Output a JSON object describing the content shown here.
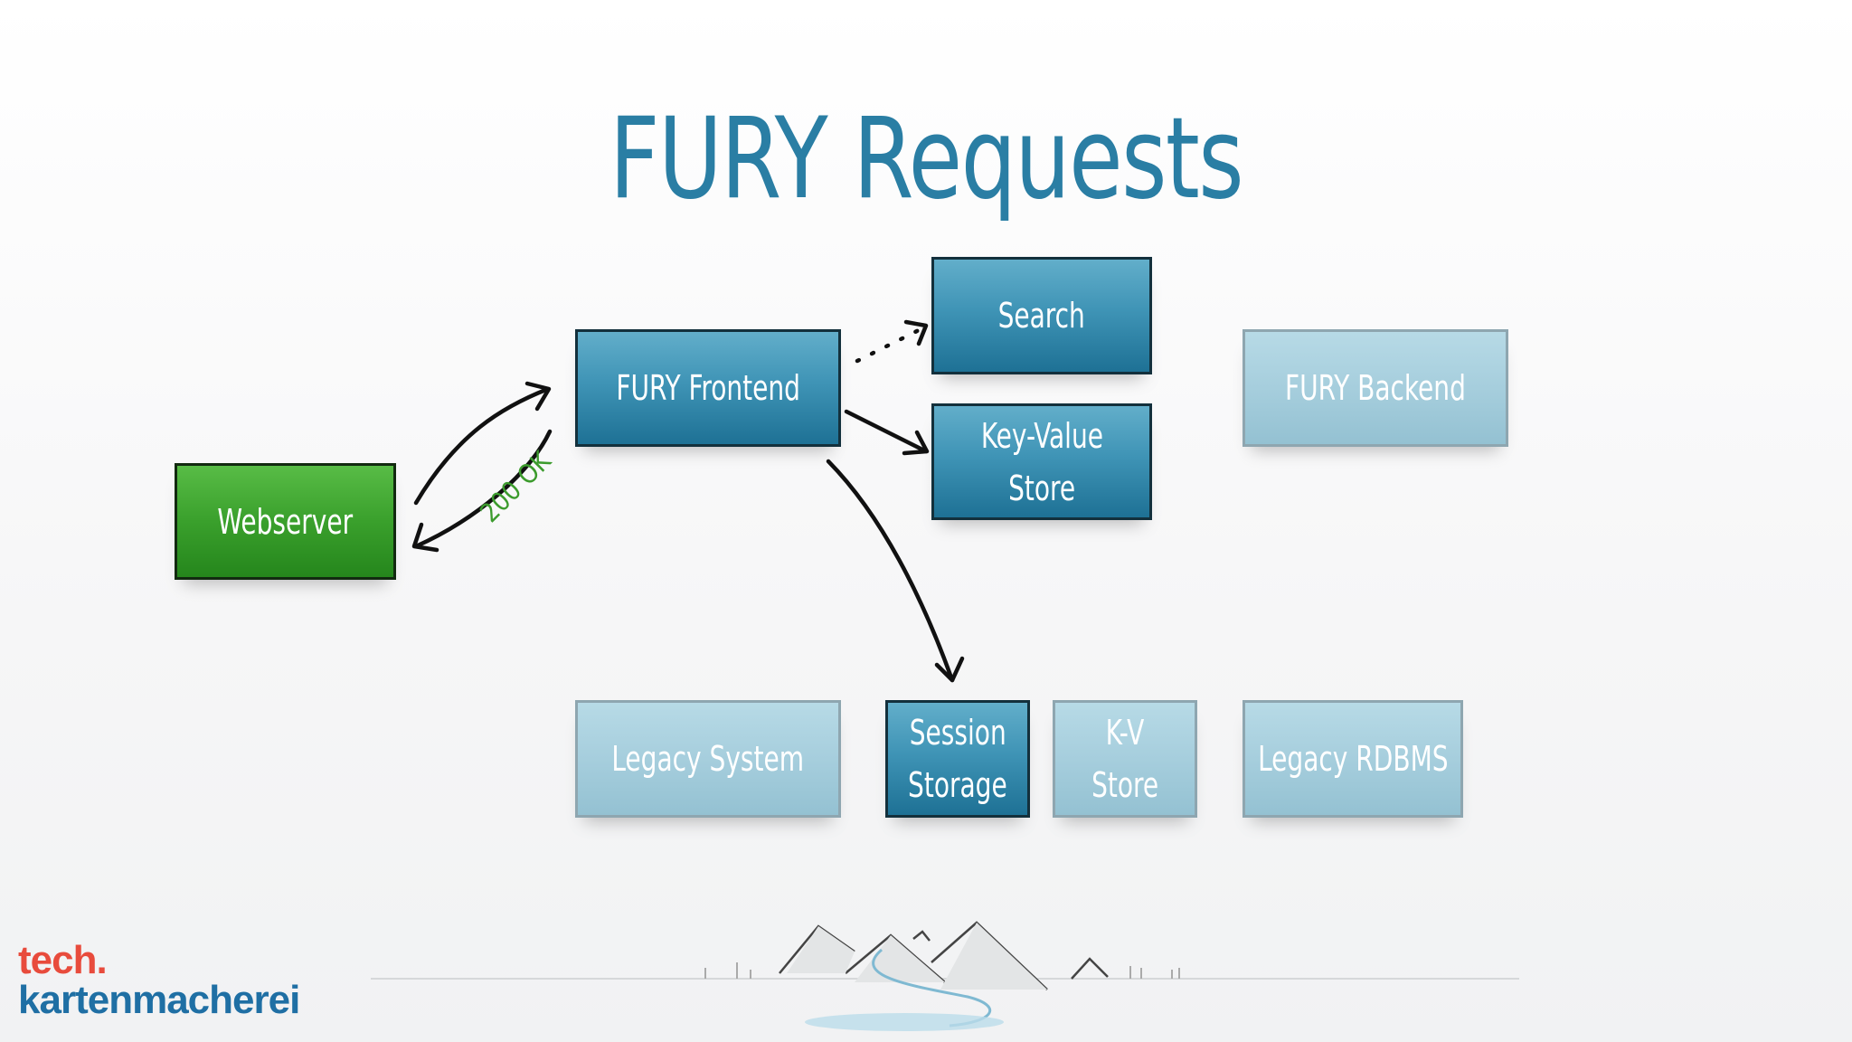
{
  "slide": {
    "title": "FURY Requests"
  },
  "nodes": {
    "webserver": "Webserver",
    "fury_frontend": "FURY Frontend",
    "search": "Search",
    "key_value_line1": "Key-Value",
    "key_value_line2": "Store",
    "fury_backend": "FURY Backend",
    "legacy_system": "Legacy System",
    "session_line1": "Session",
    "session_line2": "Storage",
    "kv_line1": "K-V",
    "kv_line2": "Store",
    "legacy_rdbms": "Legacy RDBMS"
  },
  "edges": {
    "response_label": "200 OK"
  },
  "logo": {
    "line1": "tech.",
    "line2": "kartenmacherei"
  },
  "colors": {
    "title": "#2a7ea4",
    "active_node": "#3f94b6",
    "inactive_node": "#a6cedd",
    "webserver_node": "#3aa02c",
    "status_label": "#3c9b2d",
    "logo_red": "#e84b3c",
    "logo_blue": "#1f6fa4"
  }
}
